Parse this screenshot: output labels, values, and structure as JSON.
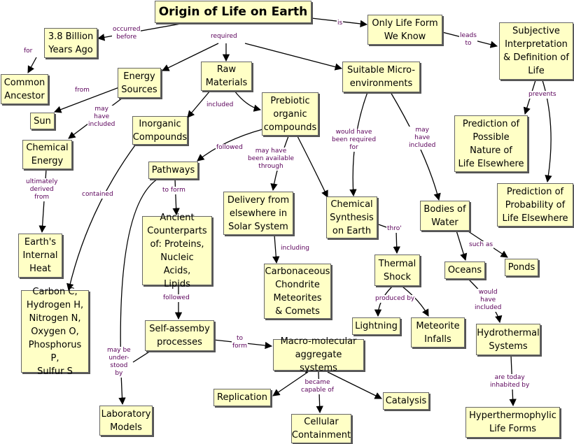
{
  "nodes": {
    "origin": "Origin of Life on Earth",
    "only_life": "Only Life Form\nWe Know",
    "subjective": "Subjective\nInterpretation\n& Definition of\nLife",
    "billion": "3.8 Billion\nYears Ago",
    "ancestor": "Common\nAncestor",
    "energy": "Energy\nSources",
    "raw": "Raw\nMaterials",
    "micro": "Suitable Micro-\nenvironments",
    "sun": "Sun",
    "chem_energy": "Chemical\nEnergy",
    "internal_heat": "Earth's\nInternal\nHeat",
    "inorganic": "Inorganic\nCompounds",
    "prebiotic": "Prebiotic\norganic\ncompounds",
    "pathways": "Pathways",
    "elements": "Carbon C,\nHydrogen H,\nNitrogen N,\nOxygen O,\nPhosphorus P,\nSulfur S",
    "ancient": "Ancient\nCounterparts\nof: Proteins,\nNucleic Acids,\nLipids",
    "delivery": "Delivery from\nelsewhere in\nSolar System",
    "synthesis": "Chemical\nSynthesis\non Earth",
    "bodies": "Bodies of\nWater",
    "pred_nature": "Prediction of\nPossible\nNature of\nLife Elsewhere",
    "pred_prob": "Prediction of\nProbability of\nLife Elsewhere",
    "carbonaceous": "Carbonaceous\nChondrite\nMeteorites\n& Comets",
    "thermal": "Thermal\nShock",
    "oceans": "Oceans",
    "ponds": "Ponds",
    "lightning": "Lightning",
    "meteorite": "Meteorite\nInfalls",
    "self_assembly": "Self-assemby\nprocesses",
    "macro": "Macro-molecular\naggregate systems",
    "hydrothermal": "Hydrothermal\nSystems",
    "replication": "Replication",
    "catalysis": "Catalysis",
    "cellular": "Cellular\nContainment",
    "lab": "Laboratory\nModels",
    "hyper": "Hyperthermophylic\nLife Forms"
  },
  "links": {
    "occurred_before": "occurred\nbefore",
    "is": "is",
    "leads_to": "leads\nto",
    "required": "required",
    "for": "for",
    "from": "from",
    "may_have_included_1": "may\nhave\nincluded",
    "ultimately_derived_from": "ultimately\nderived\nfrom",
    "included": "included",
    "prevents": "prevents",
    "followed_1": "followed",
    "may_have_been_available": "may have\nbeen available\nthrough",
    "would_have_been_required": "would have\nbeen required\nfor",
    "may_have_included_2": "may\nhave\nincluded",
    "contained": "contained",
    "to_form_1": "to form",
    "including": "including",
    "thro": "thro'",
    "such_as": "such as",
    "followed_2": "followed",
    "produced_by": "produced by",
    "would_have_included": "would\nhave\nincluded",
    "to_form_2": "to\nform",
    "may_be_understood_by": "may be\nunder-\nstood\nby",
    "became_capable_of": "became\ncapable of",
    "are_today_inhabited_by": "are today\ninhabited by"
  }
}
